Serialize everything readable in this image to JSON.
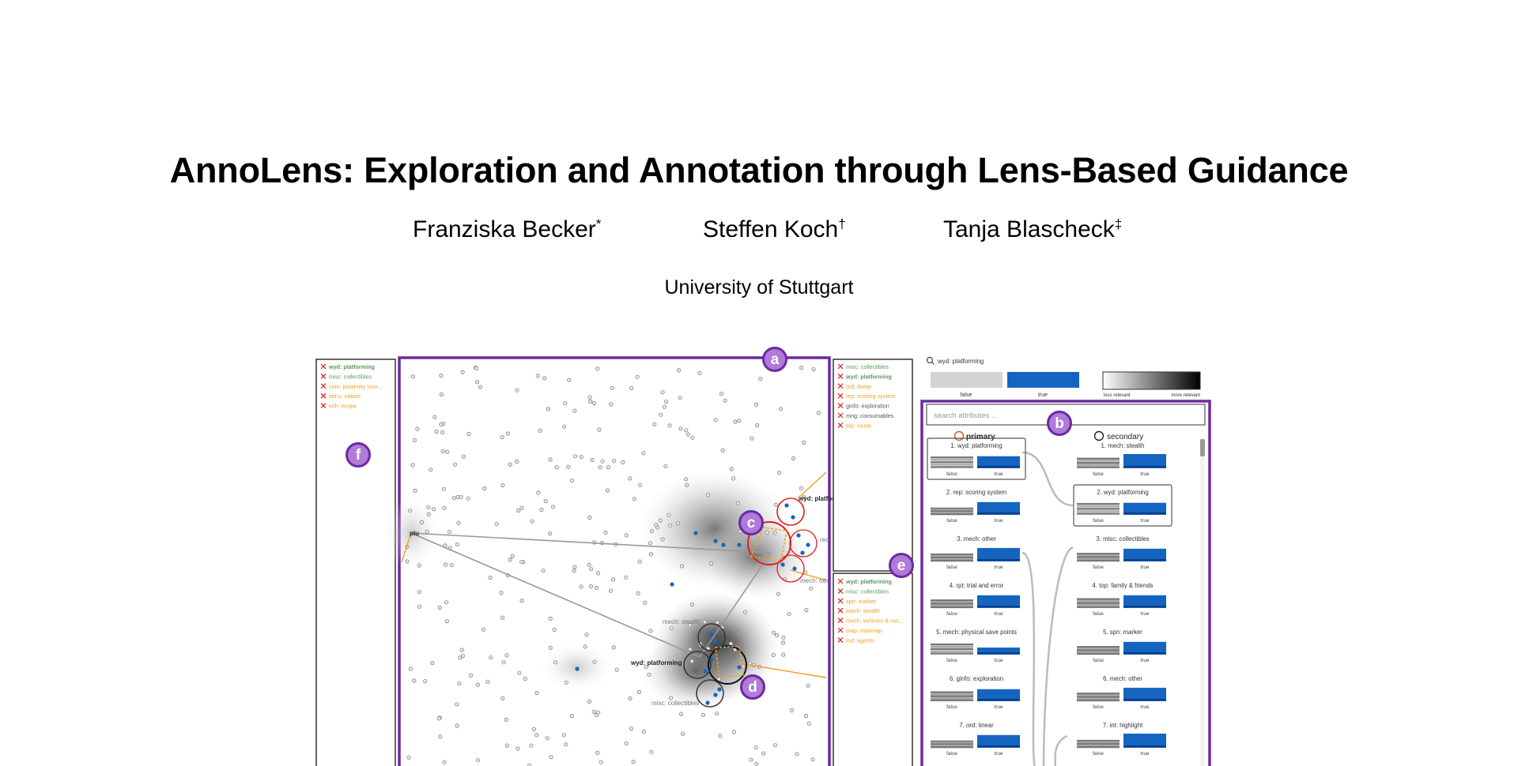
{
  "paper": {
    "title": "AnnoLens: Exploration and Annotation through Lens-Based Guidance",
    "authors": [
      {
        "name": "Franziska Becker",
        "mark": "*"
      },
      {
        "name": "Steffen Koch",
        "mark": "†"
      },
      {
        "name": "Tanja Blascheck",
        "mark": "‡"
      }
    ],
    "affiliation": "University of Stuttgart"
  },
  "figure": {
    "callouts": [
      "a",
      "b",
      "c",
      "d",
      "e",
      "f"
    ],
    "colors": {
      "purple": "#6a2aa0",
      "callout_fill": "#b07ad8",
      "blue": "#1565c0",
      "orange": "#f0a020",
      "red": "#e02020",
      "green": "#5a9a5a"
    },
    "left_tags": [
      {
        "text": "wyd: platforming",
        "color": "#5a9a5a",
        "bold": true
      },
      {
        "text": "misc: collectibles",
        "color": "#5a9a5a",
        "bold": false
      },
      {
        "text": "com: proximity com...",
        "color": "#f0a020",
        "bold": false
      },
      {
        "text": "set-s: nature",
        "color": "#f0a020",
        "bold": false
      },
      {
        "text": "ech: recipe",
        "color": "#f0a020",
        "bold": false
      }
    ],
    "right_tags_top": [
      {
        "text": "misc: collectibles",
        "color": "#5a9a5a",
        "bold": false
      },
      {
        "text": "wyd: platforming",
        "color": "#5a9a5a",
        "bold": true
      },
      {
        "text": "ord: linear",
        "color": "#f0a020",
        "bold": false
      },
      {
        "text": "rep: scoring system",
        "color": "#f0a020",
        "bold": false
      },
      {
        "text": "ginfo: exploration",
        "color": "#555555",
        "bold": false
      },
      {
        "text": "mng: consumables",
        "color": "#555555",
        "bold": false
      },
      {
        "text": "top: music",
        "color": "#f0a020",
        "bold": false
      }
    ],
    "right_tags_bottom": [
      {
        "text": "wyd: platforming",
        "color": "#5a9a5a",
        "bold": true
      },
      {
        "text": "misc: collectibles",
        "color": "#5a9a5a",
        "bold": false
      },
      {
        "text": "spn: marker",
        "color": "#f0a020",
        "bold": false
      },
      {
        "text": "mech: stealth",
        "color": "#f0a020",
        "bold": false
      },
      {
        "text": "mech: vehicles & mo...",
        "color": "#f0a020",
        "bold": false
      },
      {
        "text": "map: minimap",
        "color": "#f0a020",
        "bold": false
      },
      {
        "text": "md: agents",
        "color": "#f0a020",
        "bold": false
      }
    ],
    "map_labels": [
      "wyd: platfor",
      "rec",
      "mech: oth",
      "mech: stealth",
      "wyd: platforming",
      "misc: collectibles",
      "plu"
    ],
    "legend": {
      "query": "wyd: platforming",
      "false_label": "false",
      "true_label": "true",
      "less": "less relevant",
      "more": "more relevant"
    },
    "search_placeholder": "search attributes ..",
    "primary_header": "primary",
    "secondary_header": "secondary",
    "primary_list": [
      {
        "label": "1. wyd: platforming",
        "false_level": 0.85,
        "true_level": 0.85,
        "boxed": true
      },
      {
        "label": "2. rep: scoring system",
        "false_level": 0.5,
        "true_level": 0.9,
        "boxed": false
      },
      {
        "label": "3. mech: other",
        "false_level": 0.55,
        "true_level": 0.95,
        "boxed": false
      },
      {
        "label": "4. rpt: trial and error",
        "false_level": 0.6,
        "true_level": 0.9,
        "boxed": false
      },
      {
        "label": "5. mech: physical save points",
        "false_level": 0.8,
        "true_level": 0.5,
        "boxed": false
      },
      {
        "label": "6. ginfo: exploration",
        "false_level": 0.7,
        "true_level": 0.85,
        "boxed": false
      },
      {
        "label": "7. ord: linear",
        "false_level": 0.5,
        "true_level": 0.9,
        "boxed": false
      }
    ],
    "secondary_list": [
      {
        "label": "1. mech: stealth",
        "false_level": 0.75,
        "true_level": 1.0,
        "boxed": false
      },
      {
        "label": "2. wyd: platforming",
        "false_level": 0.85,
        "true_level": 0.85,
        "boxed": true
      },
      {
        "label": "3. misc: collectibles",
        "false_level": 0.6,
        "true_level": 0.9,
        "boxed": false
      },
      {
        "label": "4. top: family & friends",
        "false_level": 0.7,
        "true_level": 0.9,
        "boxed": false
      },
      {
        "label": "5. spn: marker",
        "false_level": 0.6,
        "true_level": 0.9,
        "boxed": false
      },
      {
        "label": "6. mech: other",
        "false_level": 0.6,
        "true_level": 0.95,
        "boxed": false
      },
      {
        "label": "7. int: highlight",
        "false_level": 0.55,
        "true_level": 1.0,
        "boxed": false
      }
    ]
  }
}
